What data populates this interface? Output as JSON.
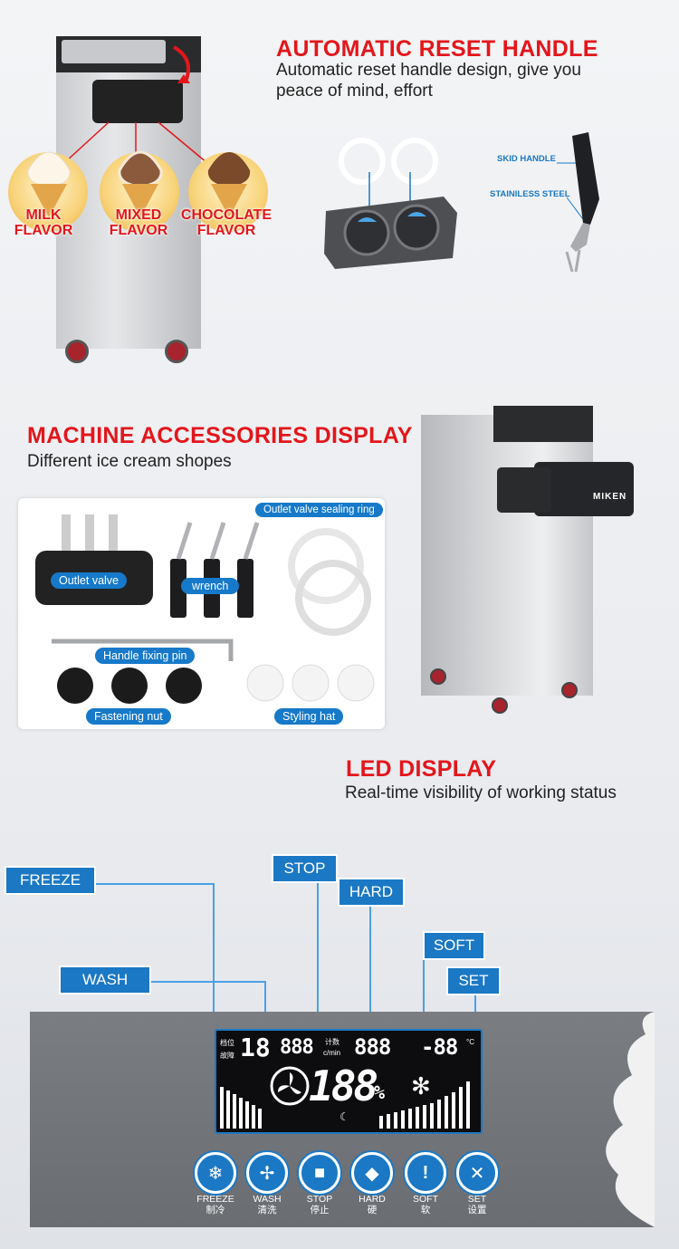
{
  "section1": {
    "title": "AUTOMATIC RESET HANDLE",
    "subtitle": "Automatic reset handle design, give you peace of mind, effort",
    "handle_labels": [
      "SKID HANDLE",
      "STAINILESS STEEL"
    ],
    "flavors": [
      {
        "label": "MILK\nFLAVOR",
        "color": "#fdf6e8"
      },
      {
        "label": "MIXED\nFLAVOR",
        "color": "#8b5a3c"
      },
      {
        "label": "CHOCOLATE\nFLAVOR",
        "color": "#7a4a2a"
      }
    ]
  },
  "section2": {
    "title": "MACHINE ACCESSORIES DISPLAY",
    "subtitle": "Different ice cream shopes",
    "accessories": {
      "outlet_valve": "Outlet valve",
      "wrench": "wrench",
      "sealing_ring": "Outlet valve sealing ring",
      "fixing_pin": "Handle fixing pin",
      "fastening_nut": "Fastening nut",
      "styling_hat": "Styling hat"
    },
    "brand": "MIKEN"
  },
  "section3": {
    "title": "LED DISPLAY",
    "subtitle": "Real-time visibility of working status",
    "tags": {
      "freeze": "FREEZE",
      "stop": "STOP",
      "hard": "HARD",
      "wash": "WASH",
      "soft": "SOFT",
      "set": "SET"
    },
    "lcd": {
      "gear_label": "档位",
      "fault_label": "故障",
      "gear_value": "18",
      "count_value": "888",
      "count_label": "计数",
      "per_min": "c/min",
      "temp1": "888",
      "temp2": "-88",
      "temp_unit": "°C",
      "percent_value": "188",
      "percent_sign": "%"
    },
    "buttons": [
      {
        "en": "FREEZE",
        "zh": "制冷",
        "icon": "❄"
      },
      {
        "en": "WASH",
        "zh": "清洗",
        "icon": "✢"
      },
      {
        "en": "STOP",
        "zh": "停止",
        "icon": "■"
      },
      {
        "en": "HARD",
        "zh": "硬",
        "icon": "◆"
      },
      {
        "en": "SOFT",
        "zh": "软",
        "icon": "!"
      },
      {
        "en": "SET",
        "zh": "设置",
        "icon": "✕"
      }
    ]
  }
}
